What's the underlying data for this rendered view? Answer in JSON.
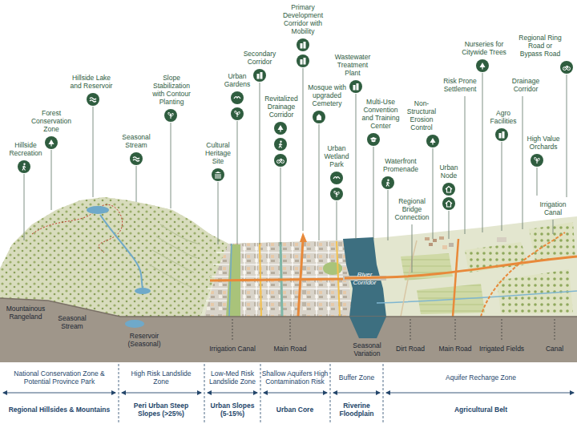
{
  "diagram": {
    "labels": [
      "Hillside Recreation",
      "Forest Conservation Zone",
      "Hillside Lake and Reservoir",
      "Seasonal Stream",
      "Slope Stabilization with Contour Planting",
      "Cultural Heritage Site",
      "Urban Gardens",
      "Secondary Corridor",
      "Revitalized Drainage Corridor",
      "Primary Development Corridor with Mobility",
      "Mosque with upgraded Cemetery",
      "Urban Wetland Park",
      "Wastewater Treatment Plant",
      "Multi-Use Convention and Training Center",
      "Waterfront Promenade",
      "Regional Bridge Connection",
      "Non-Structural Erosion Control",
      "Urban Node",
      "Risk Prone Settlement",
      "Nurseries for Citywide Trees",
      "Agro Facilities",
      "Drainage Corridor",
      "Regional Ring Road or Bypass Road",
      "High Value Orchards",
      "Irrigation Canal",
      "River Corridor",
      "Mountainous Rangeland",
      "Seasonal Stream",
      "Reservoir (Seasonal)",
      "Irrigation Canal",
      "Main Road",
      "Seasonal Variation",
      "Dirt Road",
      "Main Road",
      "Irrigated Fields",
      "Canal",
      "National Conservation Zone & Potential Province Park",
      "High Risk Landslide Zone",
      "Low-Med Risk Landslide Zone",
      "Shallow Aquifers High Contamination Risk",
      "Buffer Zone",
      "Aquifer Recharge Zone",
      "Regional Hillsides & Mountains",
      "Peri Urban Steep Slopes (>25%)",
      "Urban Slopes (5-15%)",
      "Urban Core",
      "Riverine Floodplain",
      "Agricultural Belt"
    ]
  }
}
